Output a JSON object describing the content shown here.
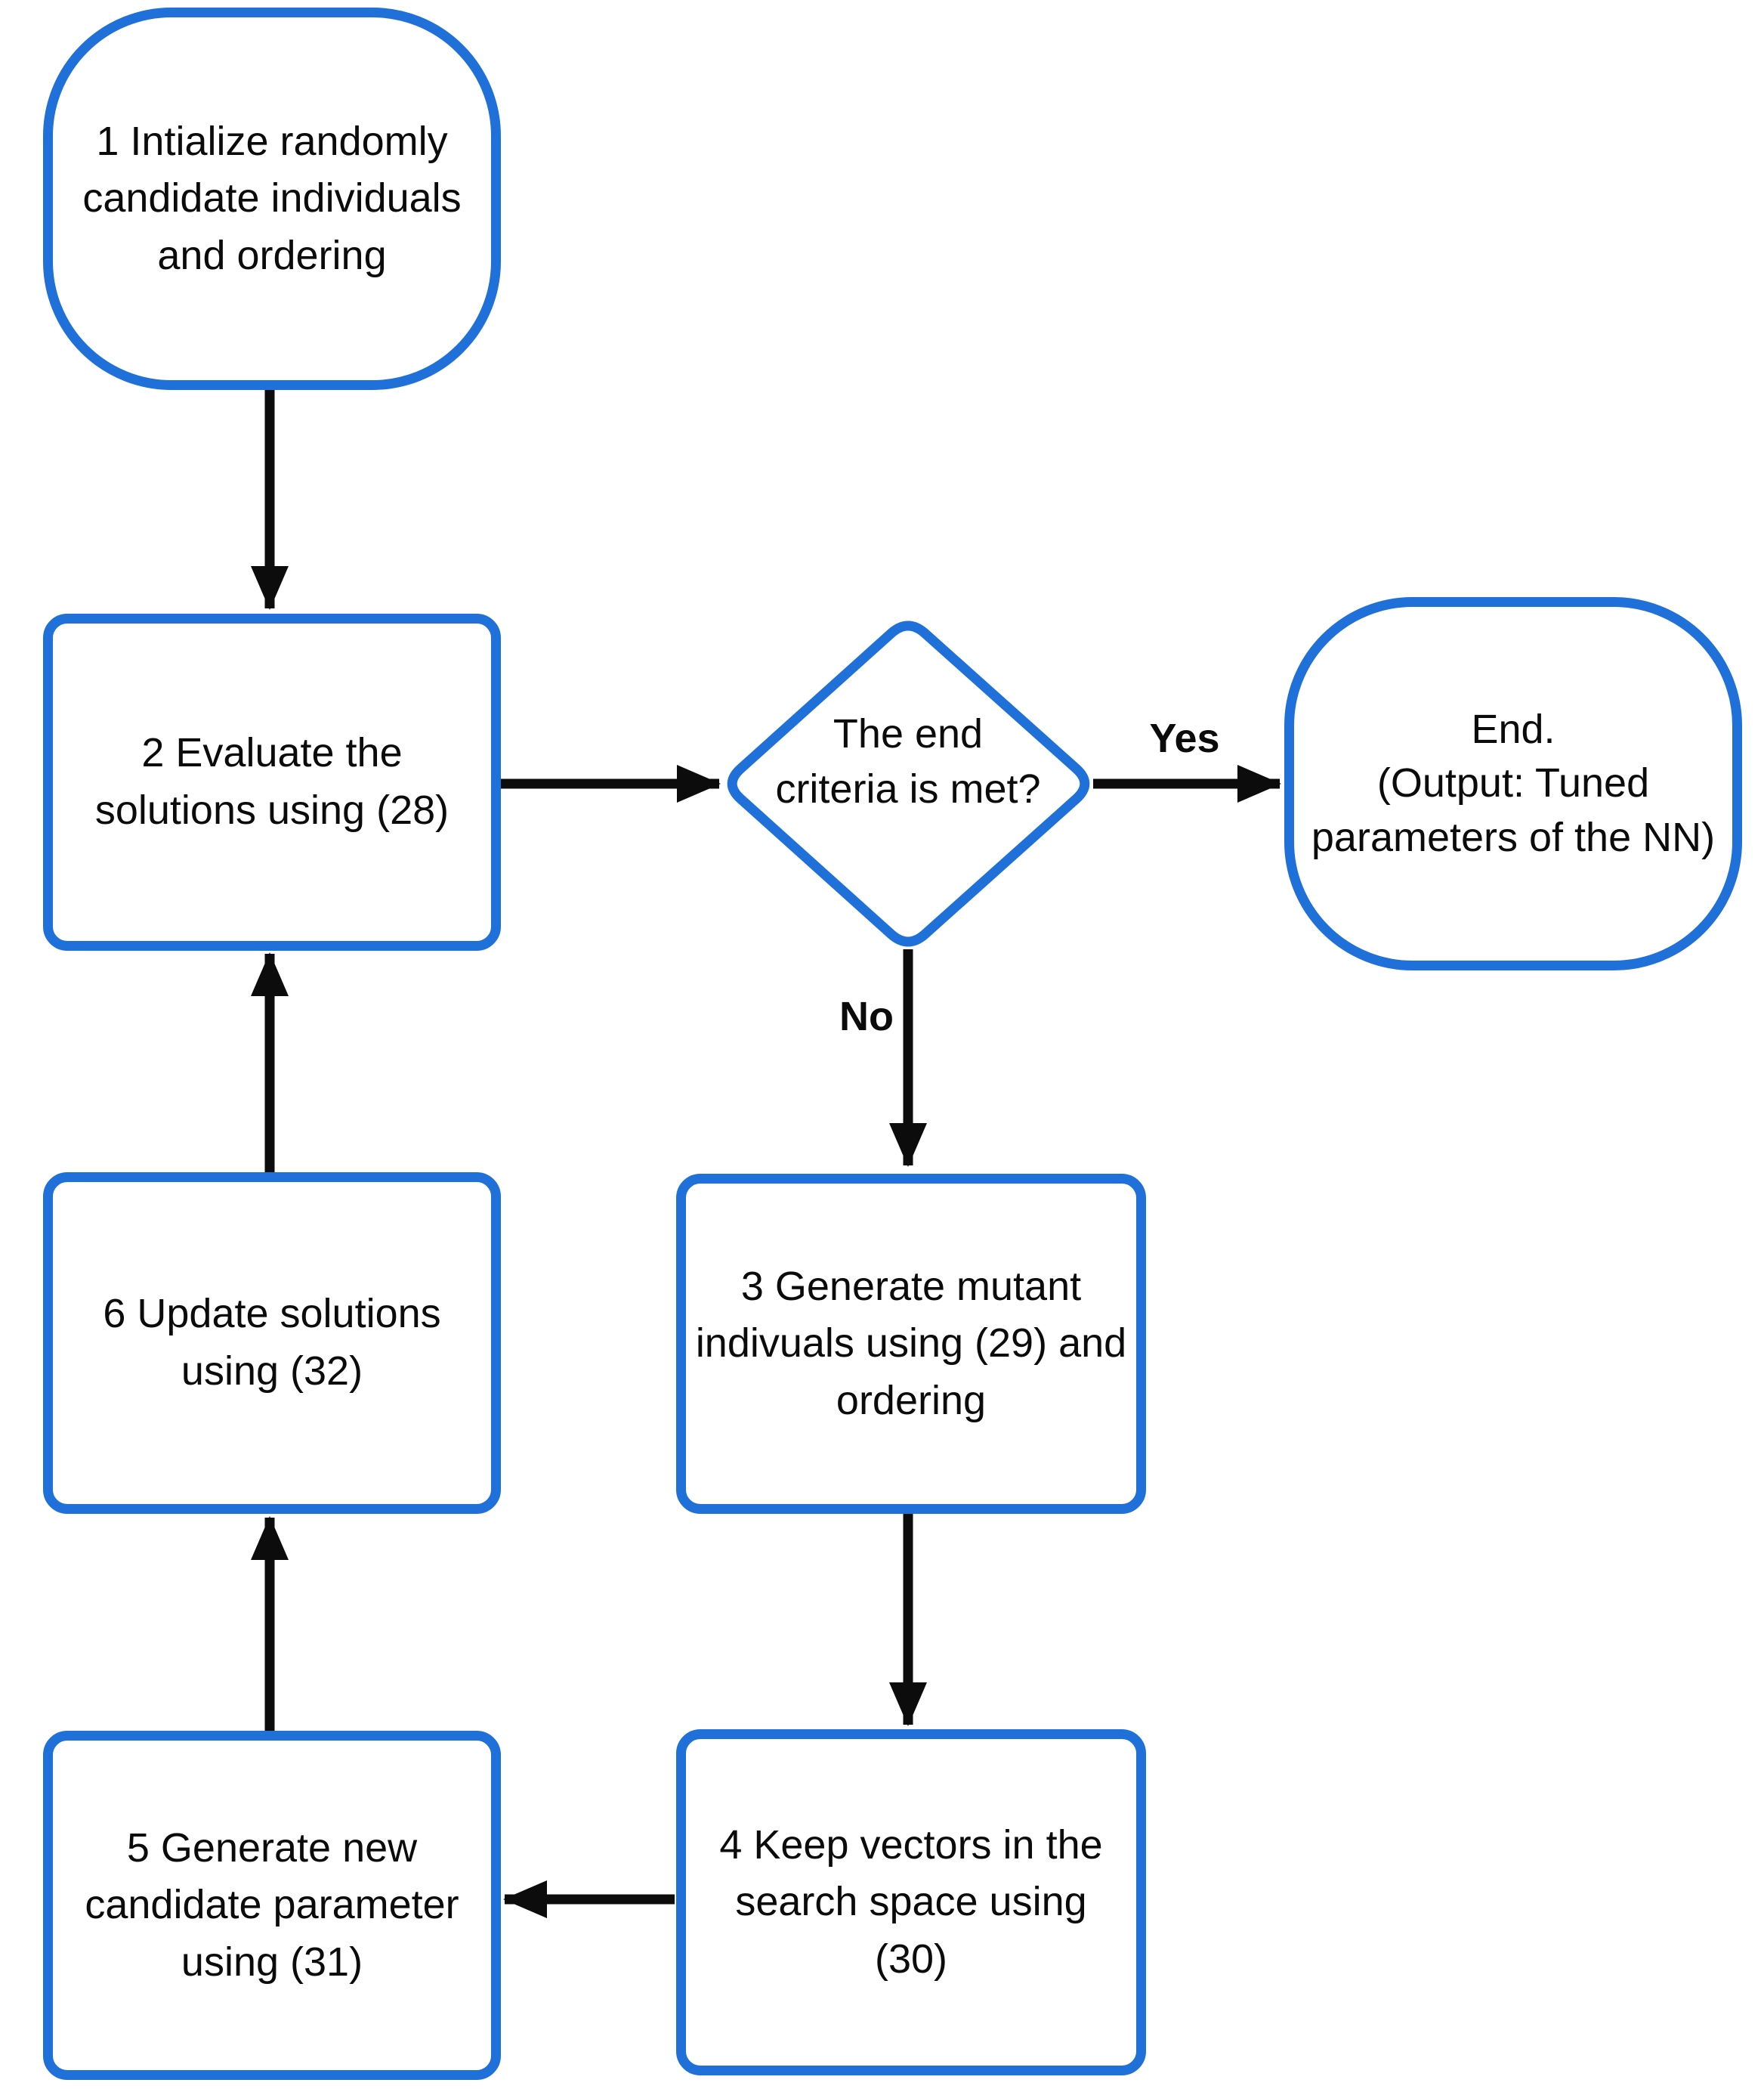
{
  "diagram": {
    "colors": {
      "shape_border": "#1f70d9",
      "shape_fill": "#ffffff",
      "arrow": "#0c0c0c",
      "text": "#0b0b0b"
    },
    "nodes": [
      {
        "id": "start",
        "shape": "terminator",
        "lines": [
          "1 Intialize randomly",
          "candidate individuals",
          "and ordering"
        ]
      },
      {
        "id": "evaluate-solutions",
        "shape": "process",
        "lines": [
          "2 Evaluate the",
          "solutions using (28)"
        ]
      },
      {
        "id": "end-criteria",
        "shape": "decision",
        "lines": [
          "The end",
          "criteria is met?"
        ]
      },
      {
        "id": "end",
        "shape": "terminator",
        "lines": [
          "End.",
          "(Output: Tuned",
          "parameters of the NN)"
        ]
      },
      {
        "id": "generate-mutant",
        "shape": "process",
        "lines": [
          "3 Generate mutant",
          "indivuals using (29) and",
          "ordering"
        ]
      },
      {
        "id": "keep-vectors",
        "shape": "process",
        "lines": [
          "4 Keep vectors in the",
          "search space using",
          "(30)"
        ]
      },
      {
        "id": "generate-candidate",
        "shape": "process",
        "lines": [
          "5 Generate new",
          "candidate parameter",
          "using (31)"
        ]
      },
      {
        "id": "update-solutions",
        "shape": "process",
        "lines": [
          "6 Update solutions",
          "using (32)"
        ]
      }
    ],
    "edges": [
      {
        "from": "start",
        "to": "evaluate-solutions",
        "label": ""
      },
      {
        "from": "evaluate-solutions",
        "to": "end-criteria",
        "label": ""
      },
      {
        "from": "end-criteria",
        "to": "end",
        "label": "Yes"
      },
      {
        "from": "end-criteria",
        "to": "generate-mutant",
        "label": "No"
      },
      {
        "from": "generate-mutant",
        "to": "keep-vectors",
        "label": ""
      },
      {
        "from": "keep-vectors",
        "to": "generate-candidate",
        "label": ""
      },
      {
        "from": "generate-candidate",
        "to": "update-solutions",
        "label": ""
      },
      {
        "from": "update-solutions",
        "to": "evaluate-solutions",
        "label": ""
      }
    ]
  }
}
